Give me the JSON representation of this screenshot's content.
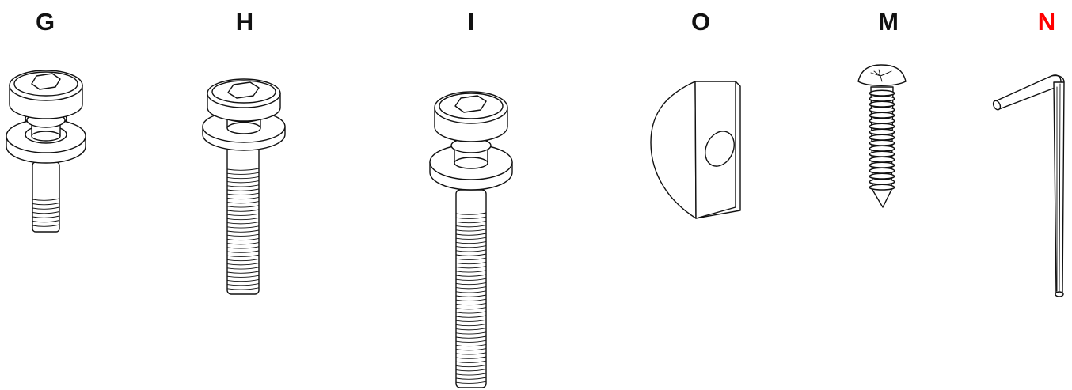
{
  "parts": [
    {
      "id": "G",
      "label": "G",
      "depicts": "short-bolt-with-washers-icon"
    },
    {
      "id": "H",
      "label": "H",
      "depicts": "medium-bolt-with-washers-icon"
    },
    {
      "id": "I",
      "label": "I",
      "depicts": "long-bolt-with-washers-icon"
    },
    {
      "id": "O",
      "label": "O",
      "depicts": "half-round-nut-icon"
    },
    {
      "id": "M",
      "label": "M",
      "depicts": "phillips-wood-screw-icon"
    },
    {
      "id": "N",
      "label": "N",
      "depicts": "allen-key-icon"
    }
  ],
  "colors": {
    "label_default": "#111111",
    "label_highlight": "#ff0000",
    "line": "#111111",
    "background": "#ffffff"
  },
  "highlighted_part": "N"
}
